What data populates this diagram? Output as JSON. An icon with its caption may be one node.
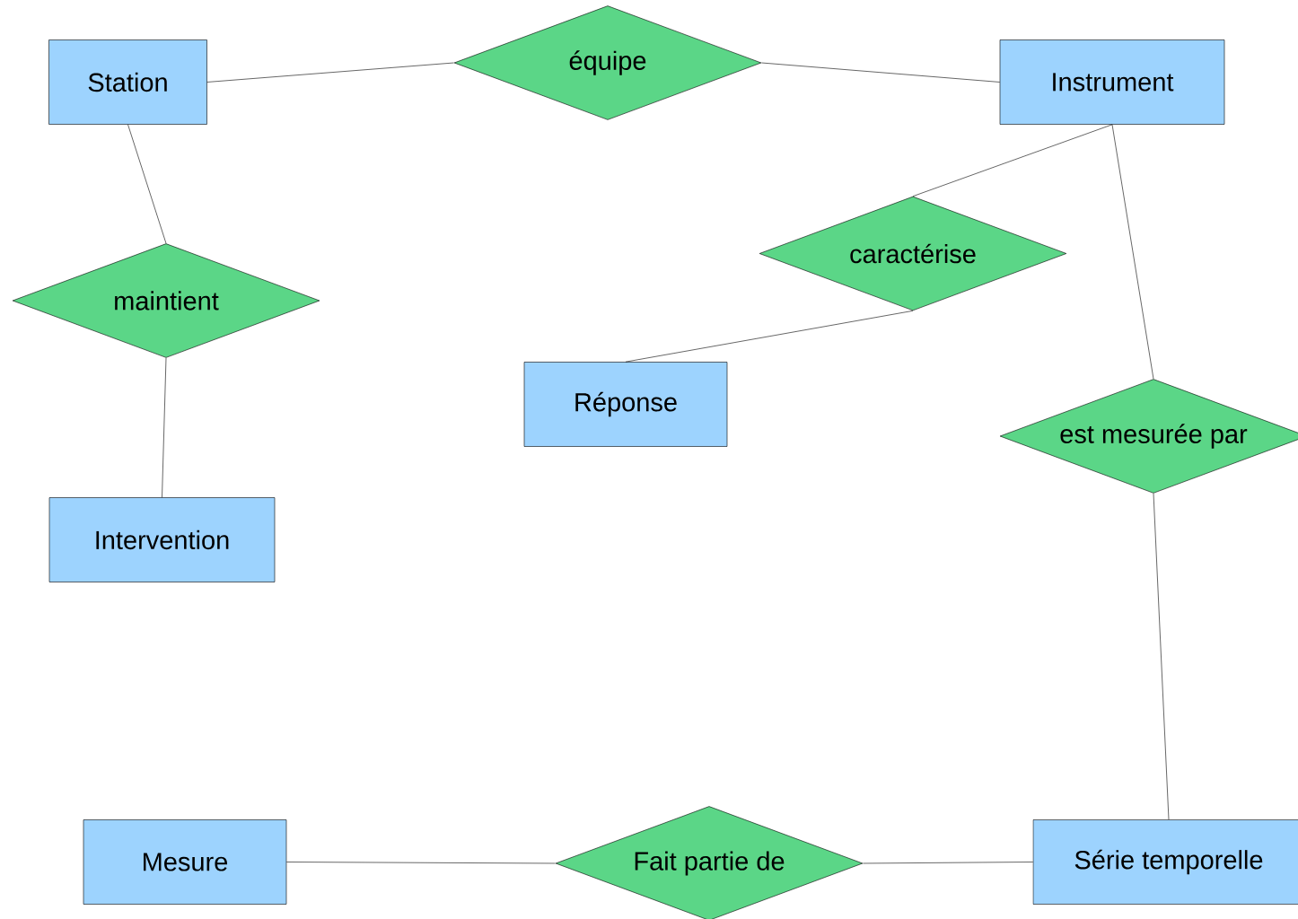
{
  "diagram": {
    "nodes": [
      {
        "text": [
          "Station"
        ]
      },
      {
        "text": [
          "équipe"
        ]
      },
      {
        "text": [
          "Instrument"
        ]
      },
      {
        "text": [
          "caractérise"
        ]
      },
      {
        "text": [
          "maintient"
        ]
      },
      {
        "text": [
          "est mesurée par"
        ]
      },
      {
        "text": [
          "Réponse"
        ]
      },
      {
        "text": [
          "Intervention"
        ]
      },
      {
        "text": [
          "Mesure"
        ]
      },
      {
        "text": [
          "Fait partie de"
        ]
      },
      {
        "text": [
          "Série temporelle"
        ]
      }
    ],
    "edges": [
      {
        "from": 0,
        "to": 1,
        "arrow": "none"
      },
      {
        "from": 1,
        "to": 2,
        "arrow": "none"
      },
      {
        "from": 2,
        "to": 3,
        "arrow": "none"
      },
      {
        "from": 3,
        "to": 6,
        "arrow": "none"
      },
      {
        "from": 0,
        "to": 4,
        "arrow": "none"
      },
      {
        "from": 4,
        "to": 7,
        "arrow": "none"
      },
      {
        "from": 2,
        "to": 5,
        "arrow": "none"
      },
      {
        "from": 5,
        "to": 10,
        "arrow": "none"
      },
      {
        "from": 8,
        "to": 9,
        "arrow": "none"
      },
      {
        "from": 9,
        "to": 10,
        "arrow": "none"
      }
    ]
  }
}
